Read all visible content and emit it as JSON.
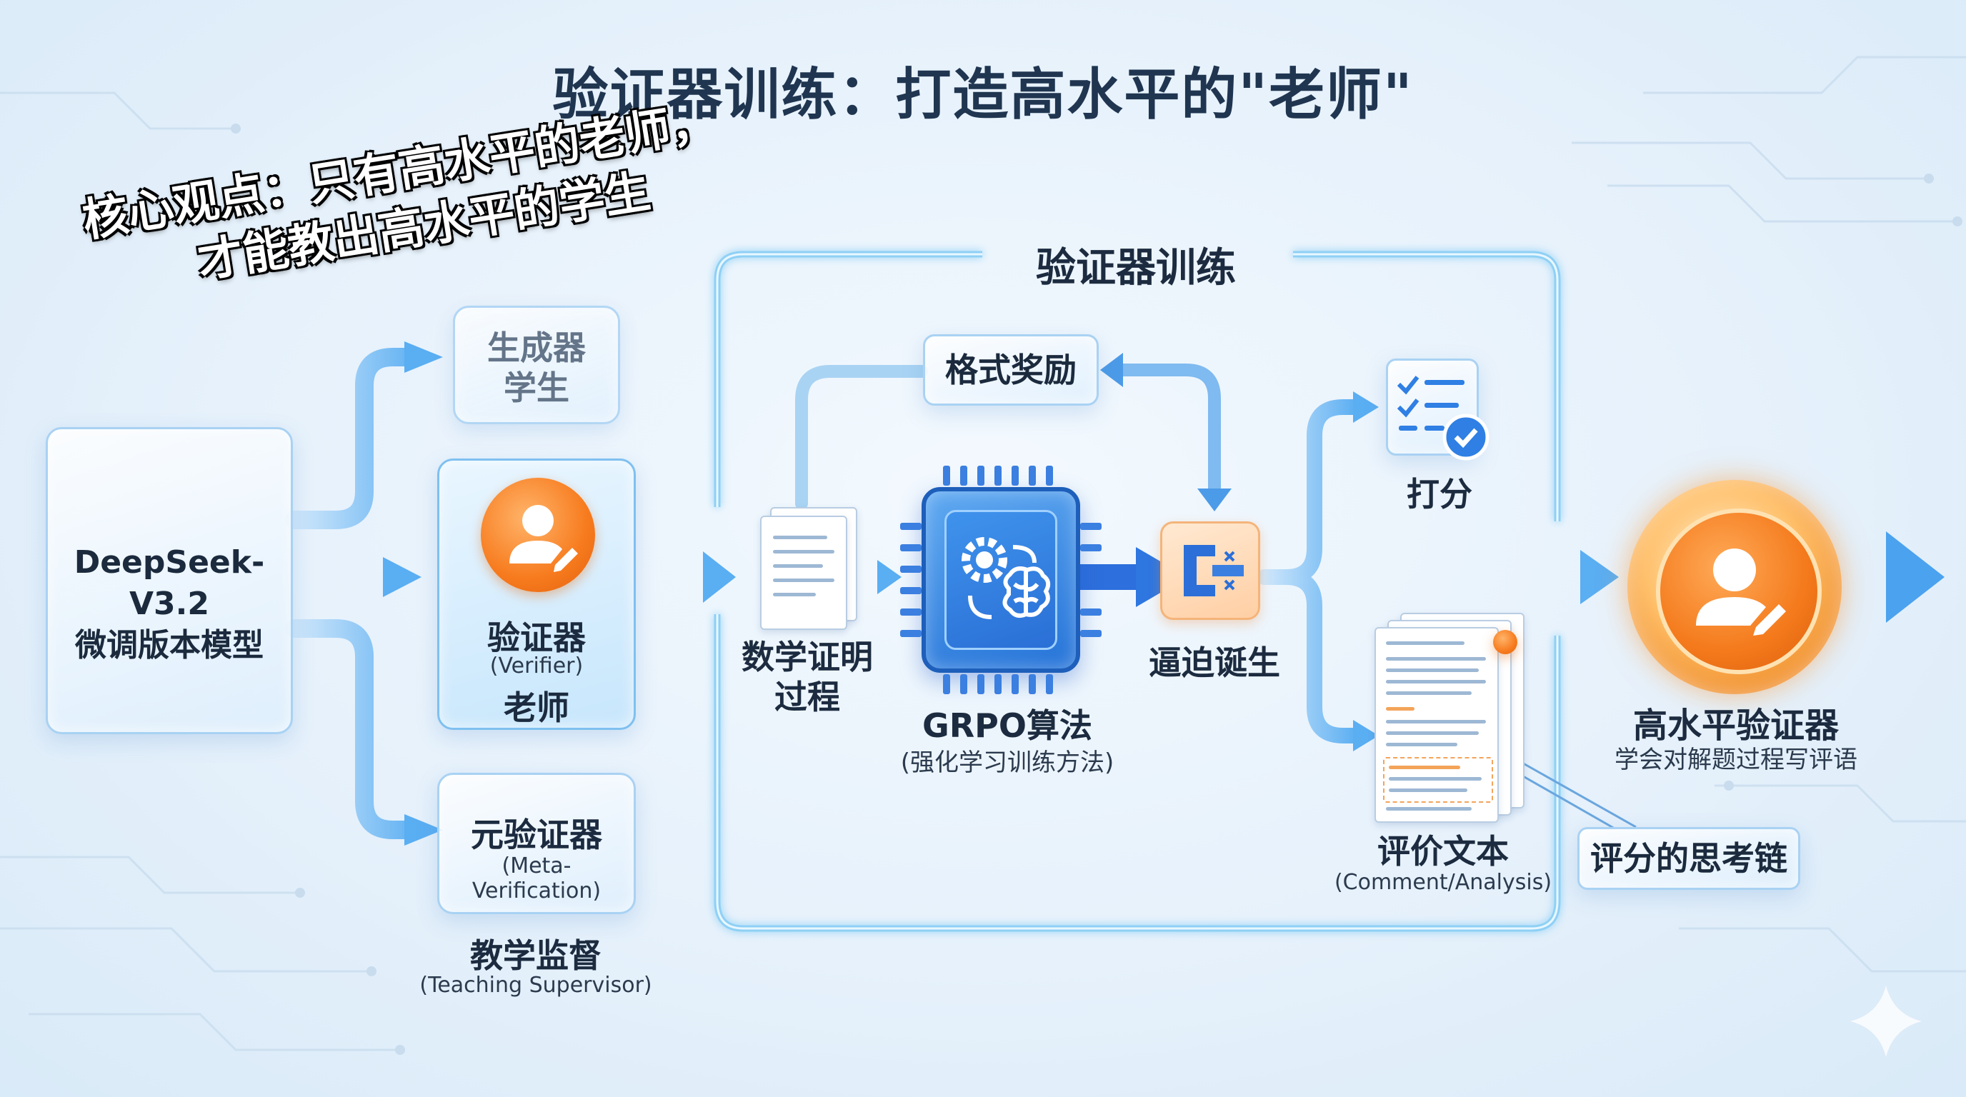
{
  "title": "验证器训练：打造高水平的\"老师\"",
  "slogan": {
    "line1": "核心观点：只有高水平的老师，",
    "line2": "才能教出高水平的学生"
  },
  "model": {
    "line1": "DeepSeek-V3.2",
    "line2": "微调版本模型"
  },
  "generator": {
    "line1": "生成器",
    "line2": "学生"
  },
  "verifier": {
    "zh": "验证器",
    "en": "(Verifier)",
    "role": "老师"
  },
  "meta_verifier": {
    "zh": "元验证器",
    "en": "(Meta-Verification)"
  },
  "supervision": {
    "zh": "教学监督",
    "en": "(Teaching Supervisor)"
  },
  "training_frame": {
    "title": "验证器训练"
  },
  "proof": {
    "line1": "数学证明",
    "line2": "过程"
  },
  "format_reward": "格式奖励",
  "grpo": {
    "title": "GRPO算法",
    "subtitle": "(强化学习训练方法)"
  },
  "force": "逼迫诞生",
  "score": "打分",
  "comment": {
    "zh": "评价文本",
    "en": "(Comment/Analysis)"
  },
  "reasoning_chain": "评分的思考链",
  "high_verifier": {
    "title": "高水平验证器",
    "subtitle": "学会对解题过程写评语"
  },
  "colors": {
    "accent_blue": "#4aa3f0",
    "accent_orange": "#f47a1c",
    "frame": "#7cc6f2"
  },
  "icons": [
    "person-edit-icon",
    "document-icon",
    "chip-icon",
    "gear-icon",
    "brain-icon",
    "clamp-icon",
    "checklist-icon",
    "comment-doc-icon",
    "sparkle-icon"
  ]
}
